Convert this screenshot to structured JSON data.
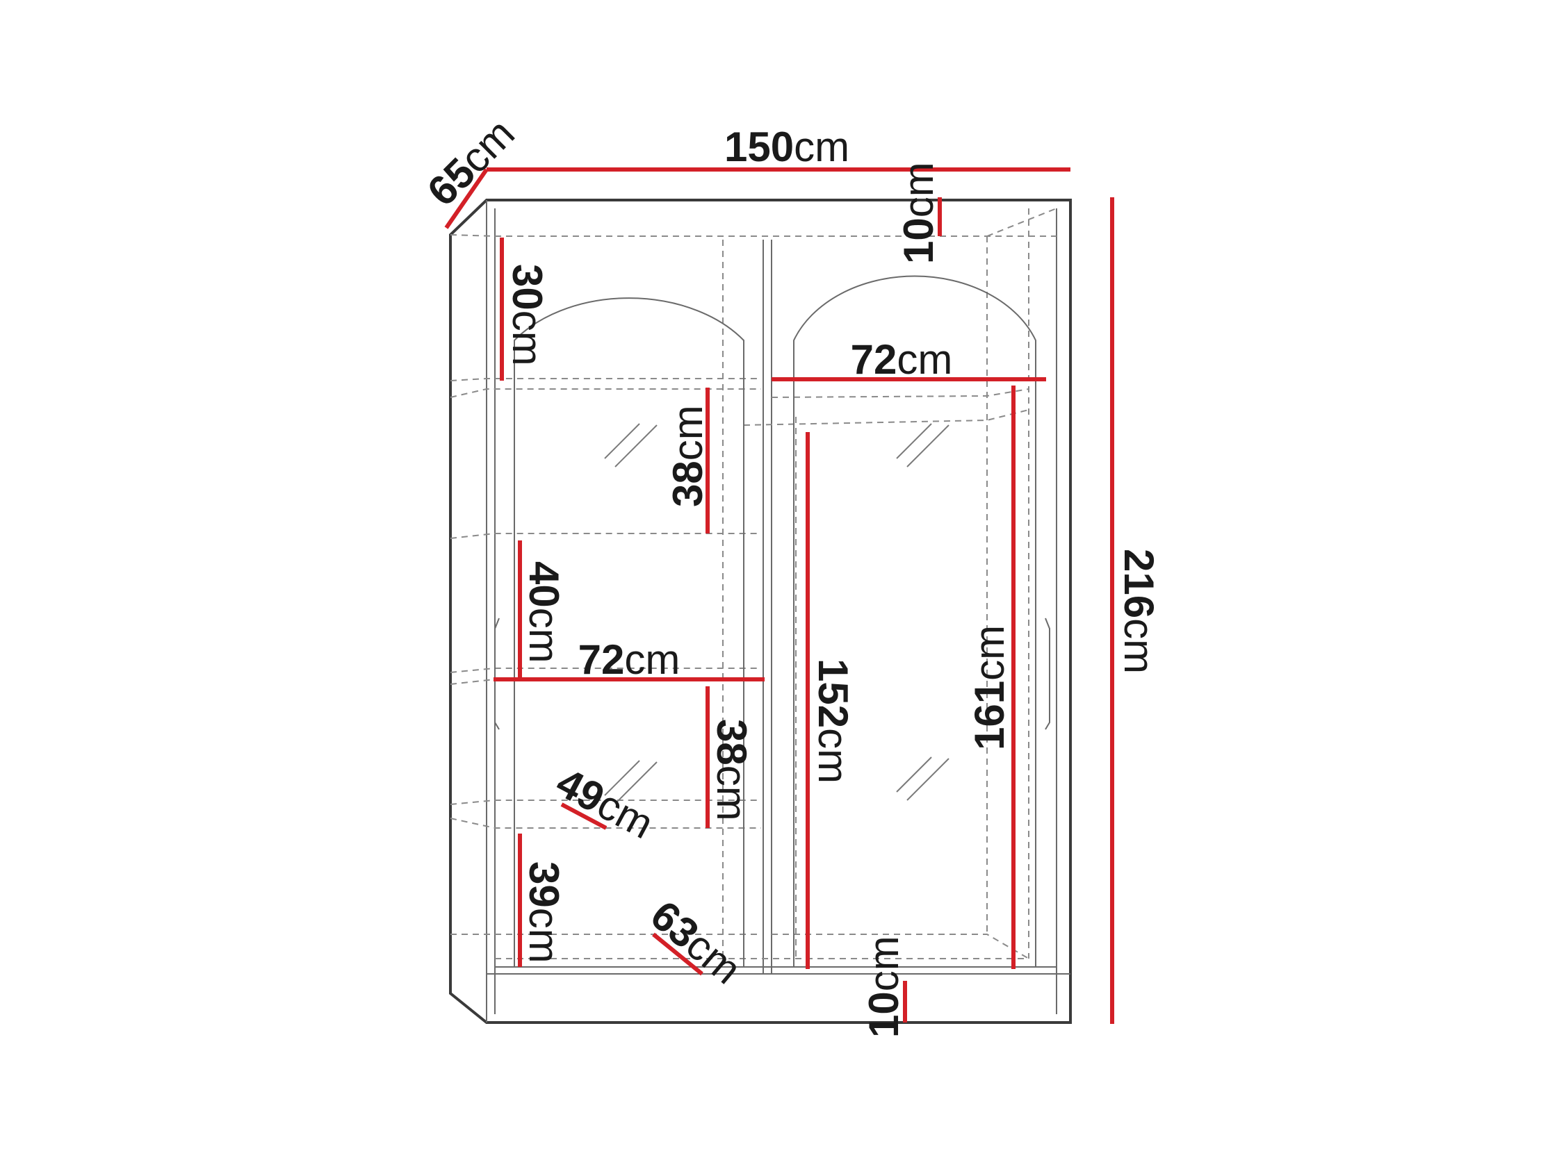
{
  "unit": "cm",
  "colors": {
    "dimension_line": "#d32027",
    "outline": "#3a3a3a",
    "hidden_line": "#8a8a8a"
  },
  "dimensions": {
    "width": "150",
    "depth": "65",
    "height": "216",
    "top_panel": "10",
    "bottom_plinth": "10",
    "arch_height": "30",
    "shelf_top_left": "38",
    "shelf_middle": "40",
    "shelf_lower": "38",
    "shelf_bottom": "39",
    "left_interior_width": "72",
    "right_interior_width": "72",
    "shelf_depth": "49",
    "bottom_depth": "63",
    "hanging_height": "152",
    "door_height": "161"
  }
}
